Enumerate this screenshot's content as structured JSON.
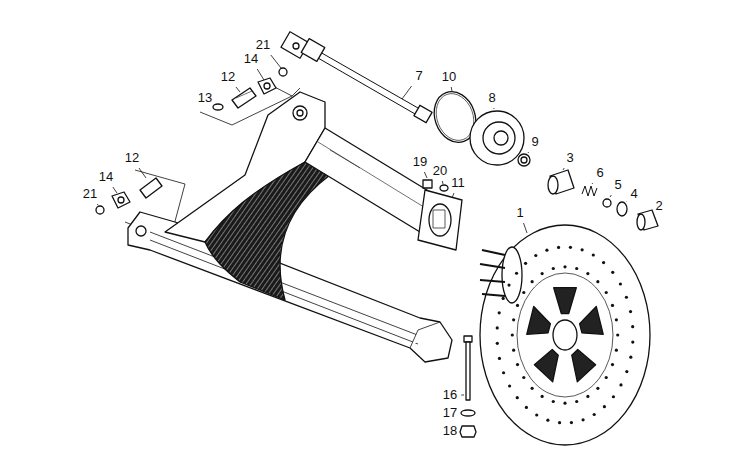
{
  "diagram": {
    "labels": [
      "21",
      "14",
      "7",
      "10",
      "12",
      "8",
      "13",
      "9",
      "3",
      "12",
      "19",
      "6",
      "20",
      "14",
      "11",
      "5",
      "4",
      "21",
      "2",
      "1",
      "16",
      "17",
      "18"
    ]
  }
}
